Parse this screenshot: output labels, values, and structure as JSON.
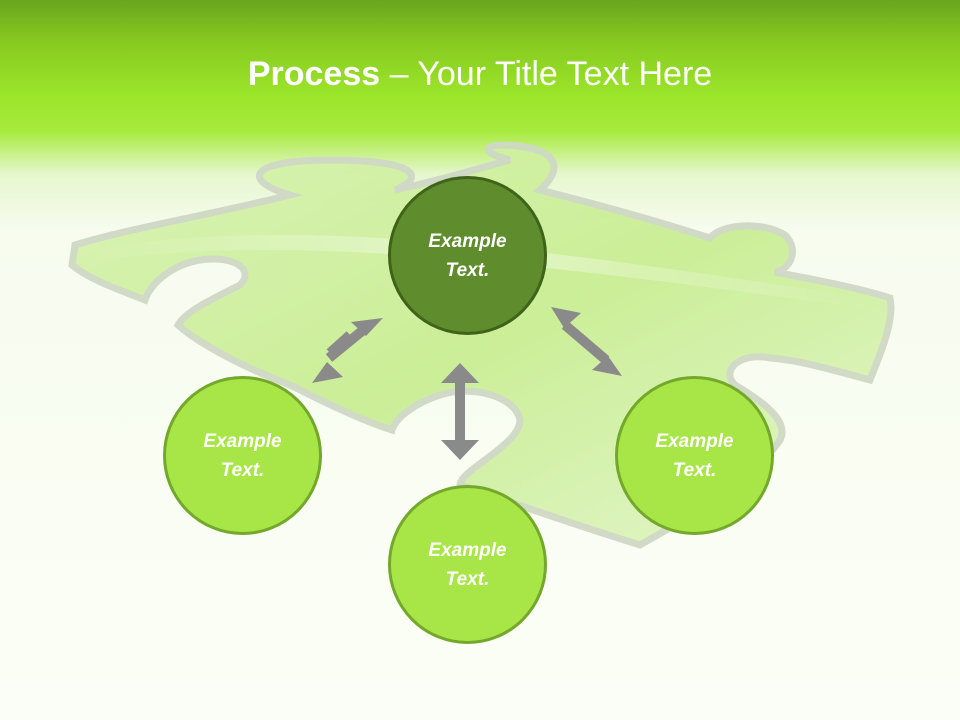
{
  "title": {
    "bold": "Process",
    "rest": " – Your Title Text Here"
  },
  "nodes": {
    "top": "Example\nText.",
    "left": "Example\nText.",
    "bottom": "Example\nText.",
    "right": "Example\nText."
  },
  "colors": {
    "accent": "#9be52a",
    "node_light": "#a8e648",
    "node_dark": "#5f8d2e",
    "arrow": "#8a8a8a"
  }
}
